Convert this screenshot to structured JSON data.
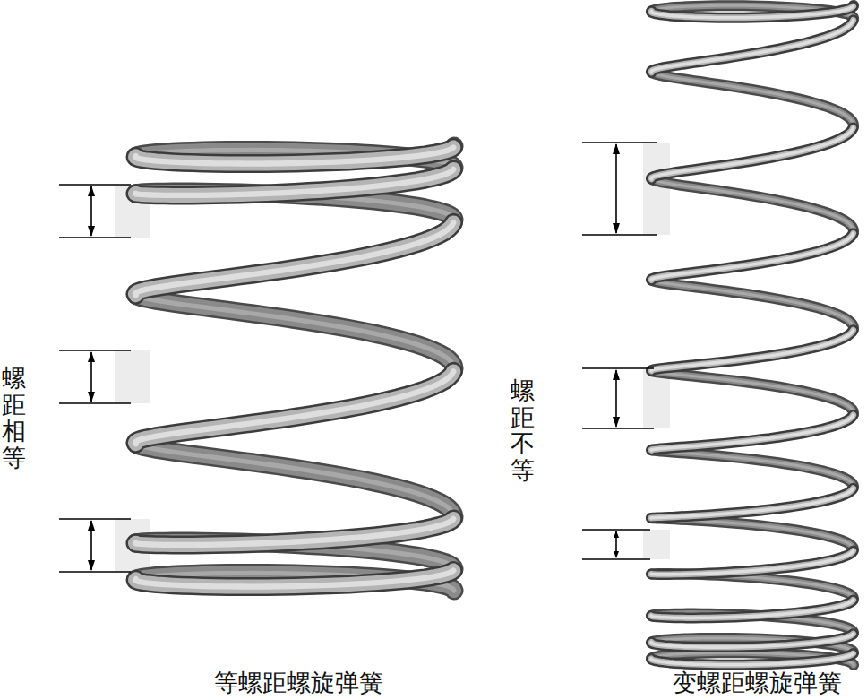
{
  "diagram": {
    "labels": [
      "螺距相等",
      "螺距不等",
      "等螺距螺旋弹簧",
      "变螺距螺旋弹簧"
    ]
  }
}
